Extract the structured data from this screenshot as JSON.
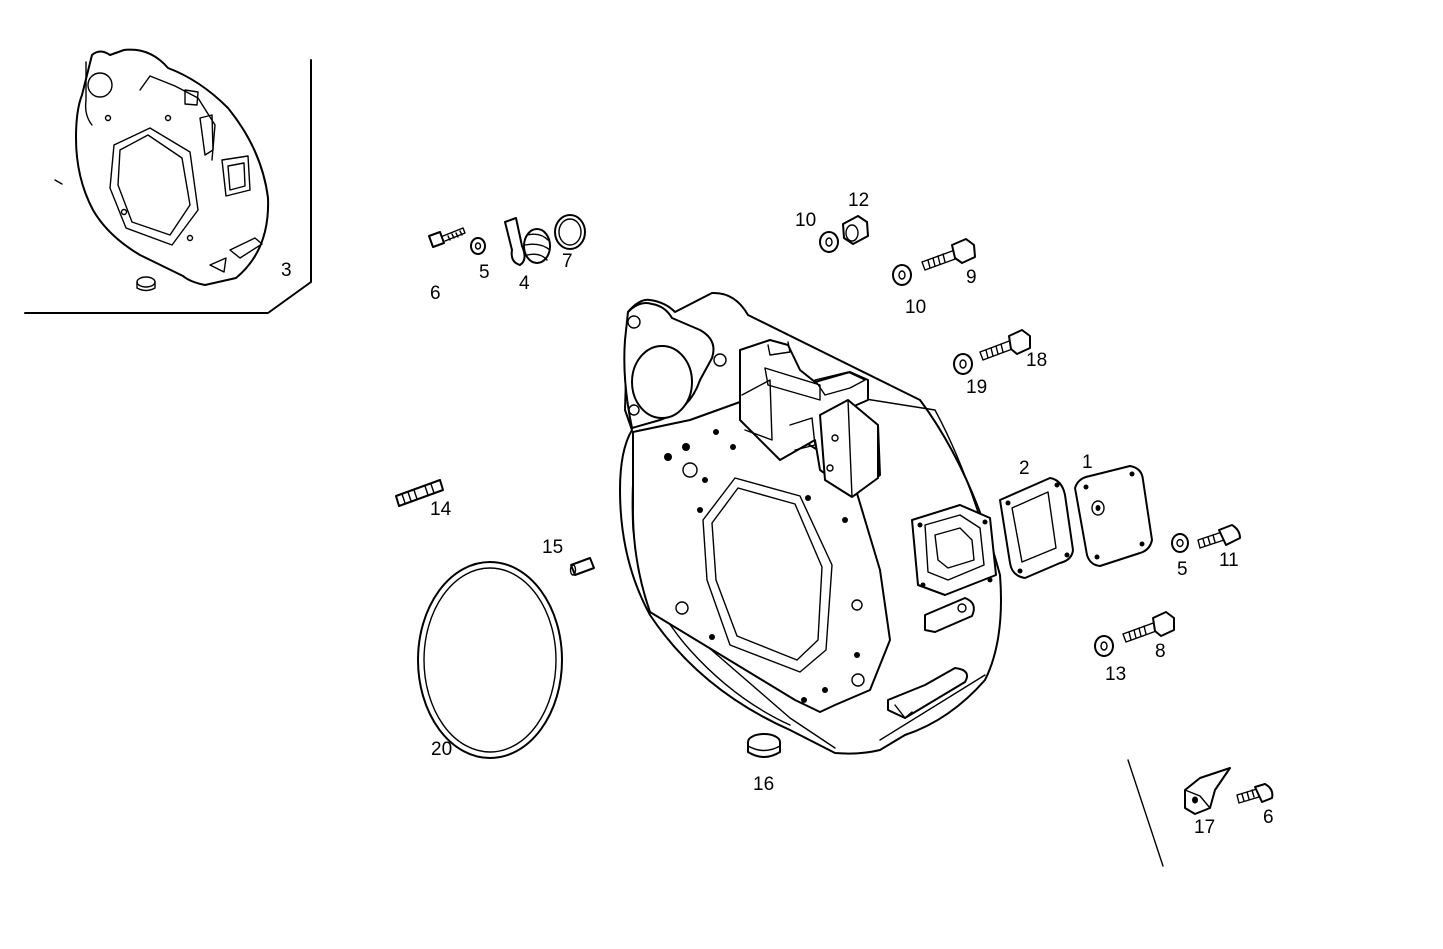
{
  "parts": {
    "p1": "1",
    "p2": "2",
    "p3": "3",
    "p4": "4",
    "p5a": "5",
    "p5b": "5",
    "p6a": "6",
    "p6b": "6",
    "p7": "7",
    "p8": "8",
    "p9": "9",
    "p10a": "10",
    "p10b": "10",
    "p11": "11",
    "p12": "12",
    "p13": "13",
    "p14": "14",
    "p15": "15",
    "p16": "16",
    "p17": "17",
    "p18": "18",
    "p19": "19",
    "p20": "20"
  }
}
